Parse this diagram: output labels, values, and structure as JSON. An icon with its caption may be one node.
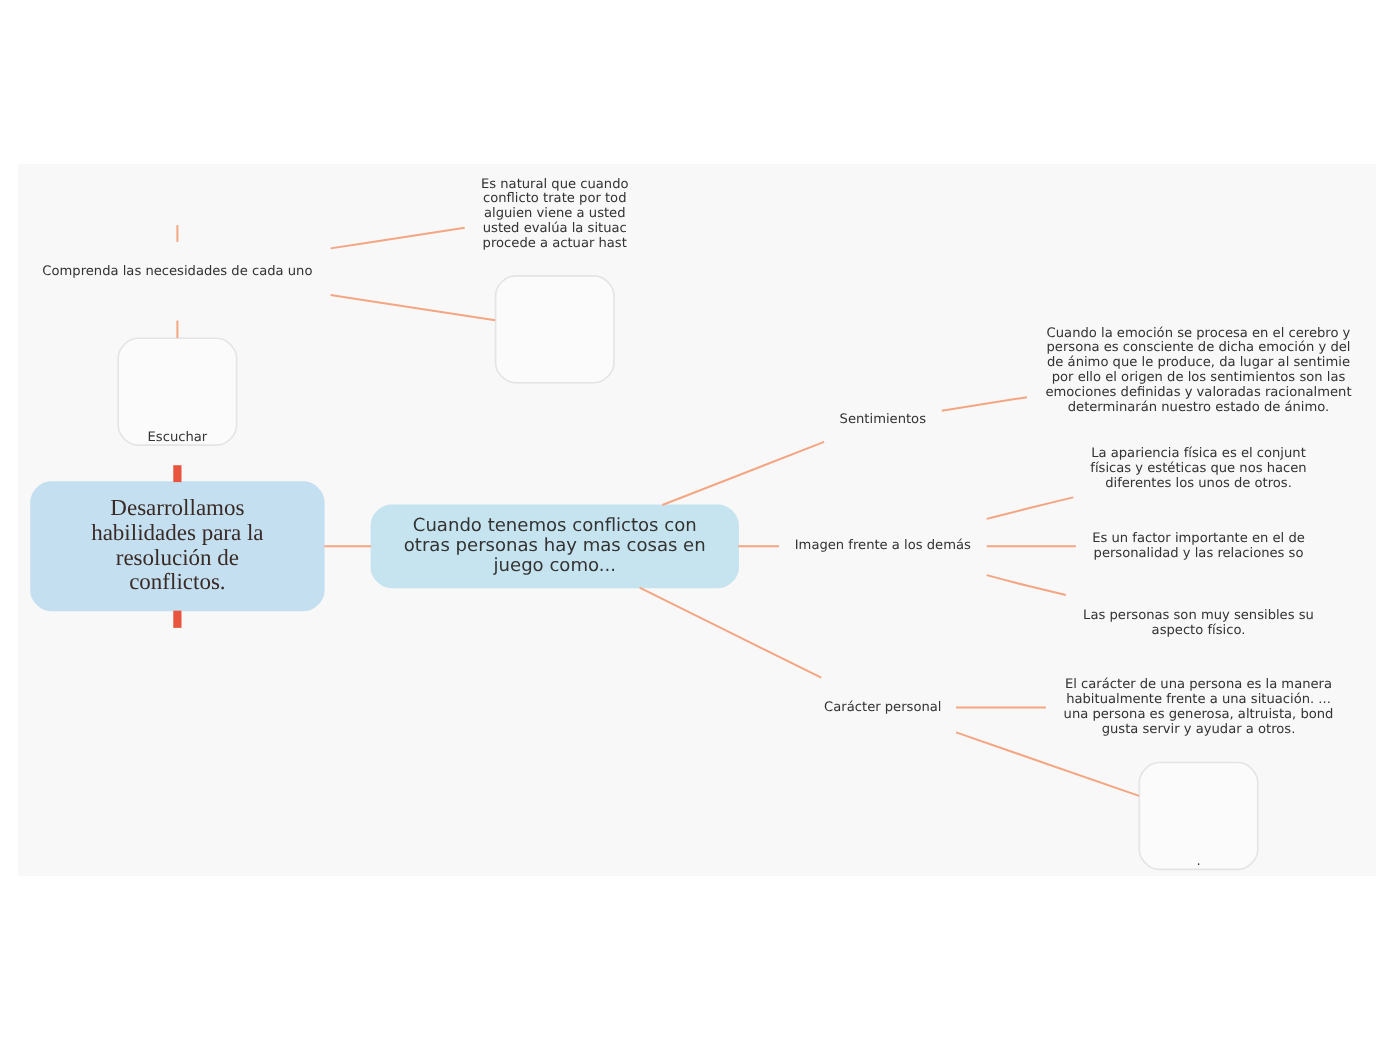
{
  "diagram": {
    "nodes": [
      {
        "text": [
          "Desarrollamos habilidades para la resolución de conflictos."
        ]
      },
      {
        "text": [
          "Cuando tenemos conflictos con otras personas hay mas cosas en juego como..."
        ]
      },
      {
        "text": [
          "Escuchar"
        ]
      },
      {
        "text": [
          "Sentimientos"
        ]
      },
      {
        "text": [
          "Cuando la emoción se procesa en el cerebro y persona es consciente de dicha emoción y del de ánimo que le produce, da lugar al sentimie por ello el origen de los sentimientos son las emociones definidas y valoradas racionalment determinarán nuestro estado de ánimo."
        ]
      },
      {
        "text": [
          "Imagen frente a los demás"
        ]
      },
      {
        "text": [
          "La apariencia física es el conjunt físicas y estéticas que nos hacen diferentes los unos de otros."
        ]
      },
      {
        "text": [
          "Es un factor importante en el de personalidad y las relaciones so"
        ]
      },
      {
        "text": [
          "Las personas son muy sensibles su aspecto físico."
        ]
      },
      {
        "text": [
          "Carácter personal"
        ]
      },
      {
        "text": [
          "El carácter de una persona es la manera habitualmente frente a una situación. ... una persona es generosa, altruista, bond gusta servir y ayudar a otros."
        ]
      },
      {
        "text": [
          "."
        ]
      },
      {
        "text": [
          "Comprenda las necesidades de cada uno"
        ]
      },
      {
        "text": [
          "Es natural que cuando conflicto trate por tod alguien viene a usted usted evalúa la situac procede a actuar hast"
        ]
      },
      {
        "text": [],
        "shape": "box"
      }
    ],
    "edges": [
      {
        "from": null,
        "to": 0,
        "arrow": "none",
        "style": "thick",
        "color": "#e8553f"
      },
      {
        "from": 0,
        "to": null,
        "arrow": "none",
        "style": "thick",
        "color": "#e8553f"
      },
      {
        "from": 0,
        "to": 1,
        "arrow": "none"
      },
      {
        "from": null,
        "to": 2,
        "arrow": "none"
      },
      {
        "from": 1,
        "to": 3,
        "arrow": "none"
      },
      {
        "from": 3,
        "to": 4,
        "arrow": "none"
      },
      {
        "from": 1,
        "to": 5,
        "arrow": "none"
      },
      {
        "from": 5,
        "to": 6,
        "arrow": "none"
      },
      {
        "from": 5,
        "to": 7,
        "arrow": "none"
      },
      {
        "from": 5,
        "to": 8,
        "arrow": "none"
      },
      {
        "from": 1,
        "to": 9,
        "arrow": "none"
      },
      {
        "from": 9,
        "to": 10,
        "arrow": "none"
      },
      {
        "from": 9,
        "to": 11,
        "arrow": "none"
      },
      {
        "from": null,
        "to": 12,
        "arrow": "none"
      },
      {
        "from": 12,
        "to": 13,
        "arrow": "none"
      },
      {
        "from": 12,
        "to": 14,
        "arrow": "none"
      }
    ]
  }
}
